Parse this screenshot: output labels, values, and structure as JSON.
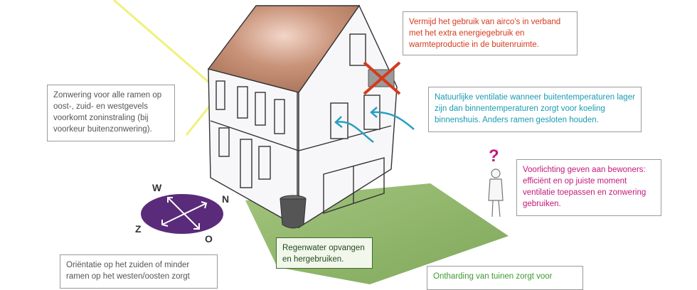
{
  "annotations": {
    "airco": "Vermijd het gebruik van airco's in verband met het extra energiegebruik en warmteproductie in de buitenruimte.",
    "zonwering": "Zonwering voor alle ramen op oost-, zuid- en westgevels voorkomt zoninstraling (bij voorkeur buitenzonwering).",
    "ventilatie": "Natuurlijke ventilatie wanneer buitentemperaturen lager zijn dan binnentemperaturen zorgt voor koeling binnenshuis. Anders ramen gesloten houden.",
    "voorlichting": "Voorlichting geven aan bewoners: efficiënt en op juiste moment ventilatie toepassen en zonwering gebruiken.",
    "regenwater": "Regenwater opvangen en hergebruiken.",
    "orientatie": "Oriëntatie op het zuiden of minder ramen op het westen/oosten zorgt",
    "ontharding": "Ontharding van tuinen zorgt voor"
  },
  "compass": {
    "north": "N",
    "east": "O",
    "south": "Z",
    "west": "W"
  },
  "question_mark": "?",
  "colors": {
    "roof": "#b07a5e",
    "lawn": "#8fb56a",
    "compass": "#5a2b7a",
    "sun_ray": "#eef27a",
    "airco_cross": "#d43a1c",
    "airflow": "#2a9fc0"
  }
}
